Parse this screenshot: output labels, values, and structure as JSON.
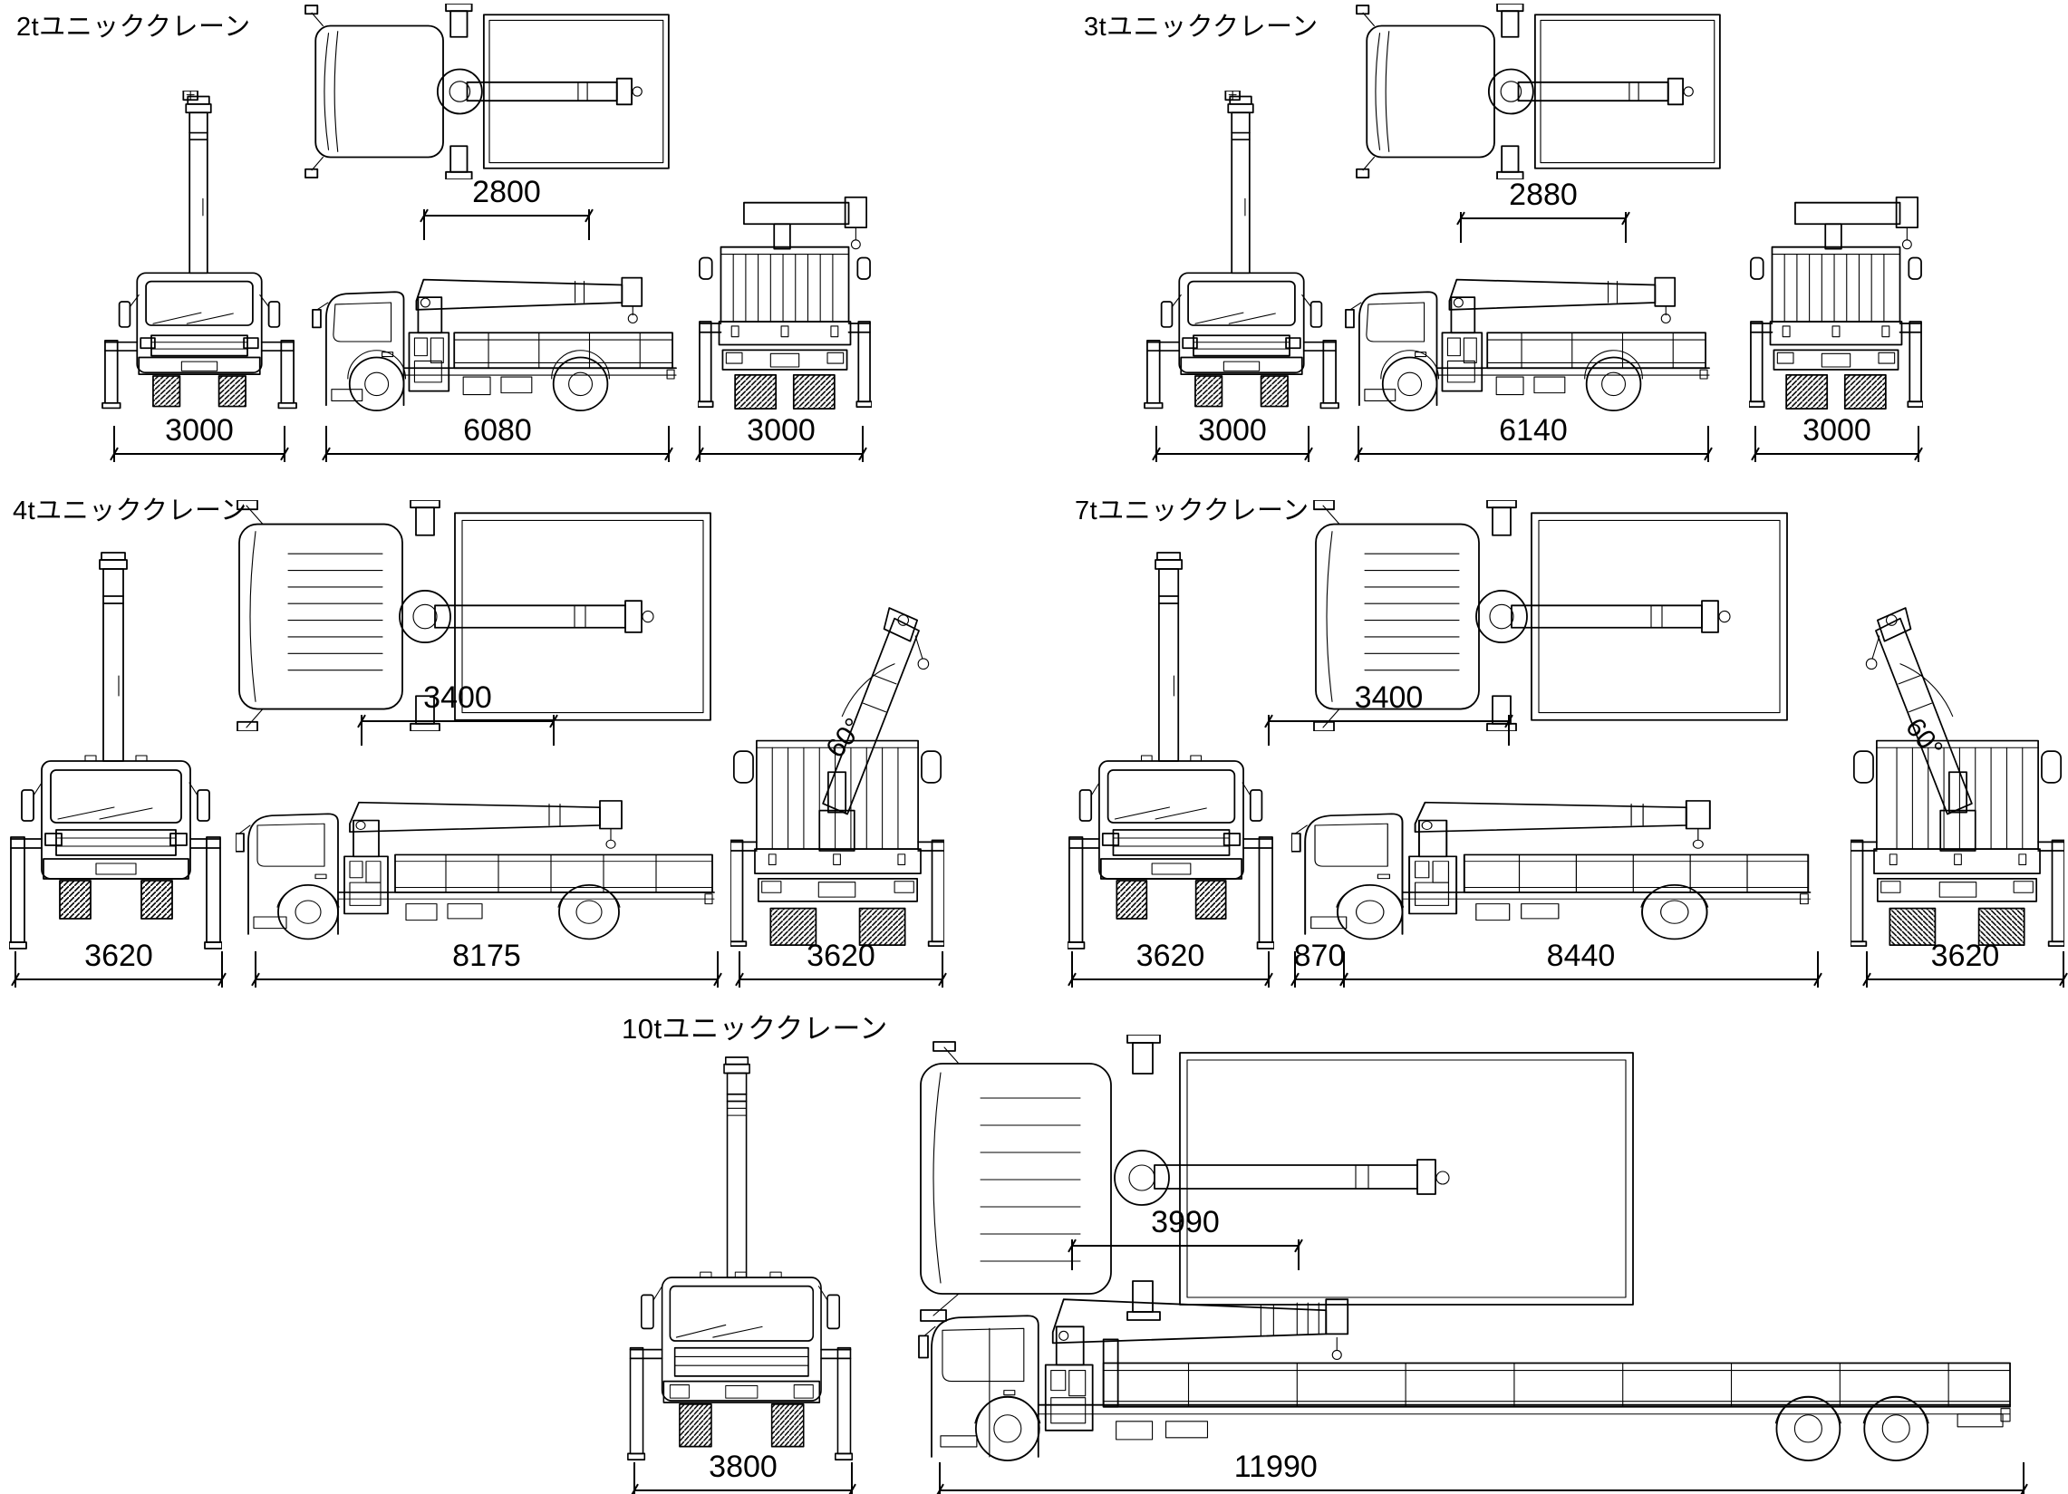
{
  "page": {
    "background": "#ffffff",
    "line_color": "#000000",
    "drawing_type": "crane truck blueprint comparison"
  },
  "groups": [
    {
      "id": "2t",
      "title": "2tユニッククレーン",
      "dims": {
        "boom": "2800",
        "front_width": "3000",
        "overall_length": "6080",
        "rear_width": "3000"
      }
    },
    {
      "id": "3t",
      "title": "3tユニッククレーン",
      "dims": {
        "boom": "2880",
        "front_width": "3000",
        "overall_length": "6140",
        "rear_width": "3000"
      }
    },
    {
      "id": "4t",
      "title": "4tユニッククレーン",
      "dims": {
        "boom": "3400",
        "front_width": "3620",
        "overall_length": "8175",
        "rear_width": "3620",
        "boom_angle": "60°"
      }
    },
    {
      "id": "7t",
      "title": "7tユニッククレーン",
      "dims": {
        "boom": "3400",
        "front_width": "3620",
        "front_overhang": "870",
        "chassis_length": "8440",
        "rear_width": "3620",
        "boom_angle": "60°"
      }
    },
    {
      "id": "10t",
      "title": "10tユニッククレーン",
      "dims": {
        "boom": "3990",
        "front_width": "3800",
        "overall_length": "11990"
      }
    }
  ]
}
